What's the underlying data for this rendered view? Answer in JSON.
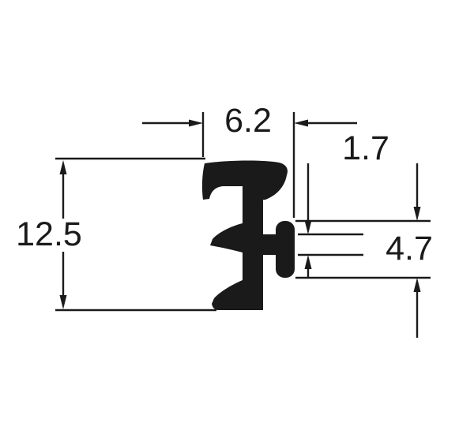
{
  "drawing": {
    "colors": {
      "background": "#ffffff",
      "ink": "#1a1a1a"
    },
    "dimensions": {
      "top_width": "6.2",
      "stem_thickness": "1.7",
      "overall_height": "12.5",
      "bulb_height": "4.7"
    }
  }
}
